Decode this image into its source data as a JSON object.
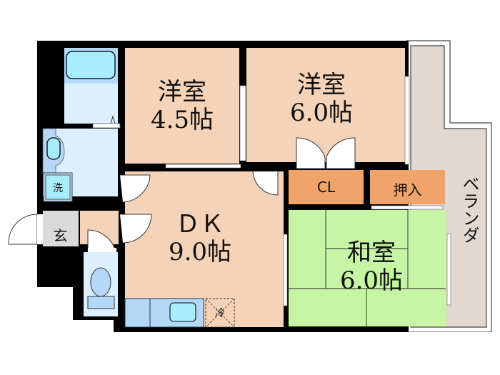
{
  "floorplan": {
    "rooms": {
      "western_room_1": {
        "name": "洋室",
        "size": "4.5帖"
      },
      "western_room_2": {
        "name": "洋室",
        "size": "6.0帖"
      },
      "dining_kitchen": {
        "name": "ＤＫ",
        "size": "9.0帖"
      },
      "japanese_room": {
        "name": "和室",
        "size": "6.0帖"
      },
      "closet": {
        "name": "CL"
      },
      "oshiire": {
        "name": "押入"
      },
      "veranda": {
        "name": "ベランダ"
      },
      "entrance": {
        "name": "玄"
      },
      "washer": {
        "name": "洗"
      },
      "fridge": {
        "name": "冷"
      }
    },
    "colors": {
      "wall": "#000000",
      "western_floor": "#f5d3b8",
      "japanese_floor": "#c6f5a6",
      "storage": "#f0a46a",
      "wet_area": "#dcefff",
      "fixture": "#a9ecfb",
      "fixture_dark": "#b4d8f6",
      "veranda": "#e2d8d0",
      "entrance": "#dadada"
    }
  }
}
